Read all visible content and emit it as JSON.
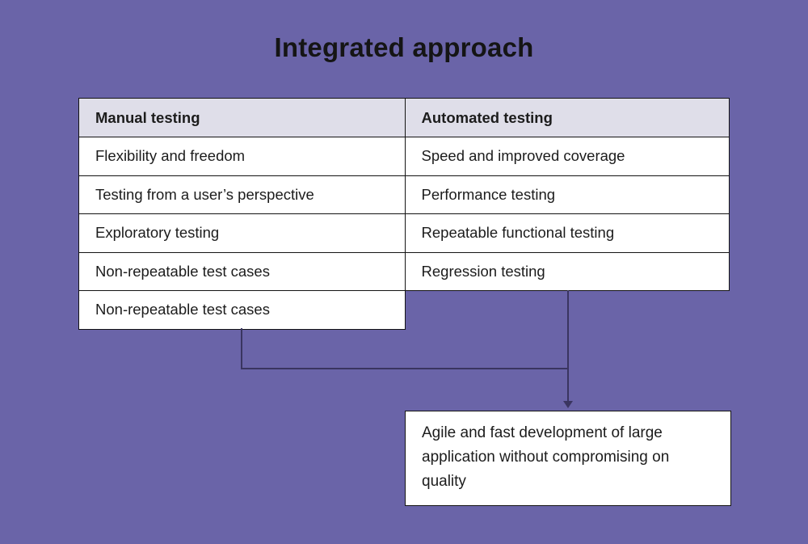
{
  "title": "Integrated approach",
  "table": {
    "headers": {
      "manual": "Manual testing",
      "automated": "Automated testing"
    },
    "rows": [
      {
        "manual": "Flexibility and freedom",
        "automated": "Speed and improved coverage"
      },
      {
        "manual": "Testing from a user’s perspective",
        "automated": "Performance testing"
      },
      {
        "manual": "Exploratory testing",
        "automated": "Repeatable functional testing"
      },
      {
        "manual": "Non-repeatable test cases",
        "automated": "Regression testing"
      },
      {
        "manual": "Non-repeatable test cases"
      }
    ]
  },
  "result": {
    "text": "Agile and fast development of large application without compromising on quality"
  },
  "colors": {
    "background": "#6a64a8",
    "header_bg": "#dfdee9",
    "cell_bg": "#ffffff",
    "border": "#141414",
    "connector": "#3a3560",
    "text": "#1c1c1c"
  }
}
